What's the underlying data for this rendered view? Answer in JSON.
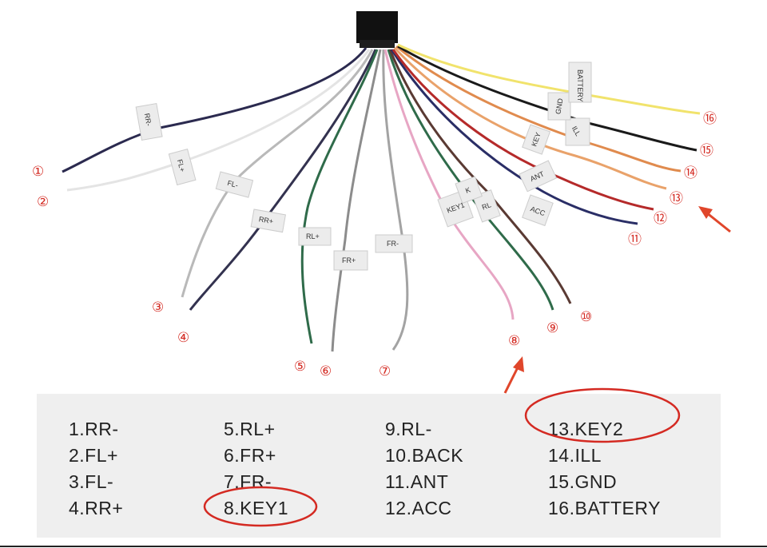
{
  "wires": [
    {
      "num": "①",
      "tag": "RR-",
      "color": "#2b2a4f"
    },
    {
      "num": "②",
      "tag": "FL+",
      "color": "#e4e4e4"
    },
    {
      "num": "③",
      "tag": "FL-",
      "color": "#b9b9b9"
    },
    {
      "num": "④",
      "tag": "RR+",
      "color": "#33324f"
    },
    {
      "num": "⑤",
      "tag": "RL+",
      "color": "#2f6b4a"
    },
    {
      "num": "⑥",
      "tag": "FR+",
      "color": "#8c8c8c"
    },
    {
      "num": "⑦",
      "tag": "FR-",
      "color": "#a3a3a3"
    },
    {
      "num": "⑧",
      "tag": "KEY1",
      "color": "#e7a6c4"
    },
    {
      "num": "⑨",
      "tag": "RL",
      "color": "#2f6b4a"
    },
    {
      "num": "⑩",
      "tag": "K",
      "color": "#5a3a33"
    },
    {
      "num": "⑪",
      "tag": "ACC",
      "color": "#2a2e66"
    },
    {
      "num": "⑫",
      "tag": "ANT",
      "color": "#b52a2a"
    },
    {
      "num": "⑬",
      "tag": "KEY",
      "color": "#e9a26a"
    },
    {
      "num": "⑭",
      "tag": "ILL",
      "color": "#e08b4e"
    },
    {
      "num": "⑮",
      "tag": "GND",
      "color": "#1a1a1a"
    },
    {
      "num": "⑯",
      "tag": "BATTERY",
      "color": "#f1e36c"
    }
  ],
  "legend": {
    "col1": [
      "1.RR-",
      "2.FL+",
      "3.FL-",
      "4.RR+"
    ],
    "col2": [
      "5.RL+",
      "6.FR+",
      "7.FR-",
      "8.KEY1"
    ],
    "col3": [
      "9.RL-",
      "10.BACK",
      "11.ANT",
      "12.ACC"
    ],
    "col4": [
      "13.KEY2",
      "14.ILL",
      "15.GND",
      "16.BATTERY"
    ]
  },
  "colors": {
    "highlight_red": "#d42a22",
    "panel_bg": "#efefef",
    "connector": "#111111"
  }
}
